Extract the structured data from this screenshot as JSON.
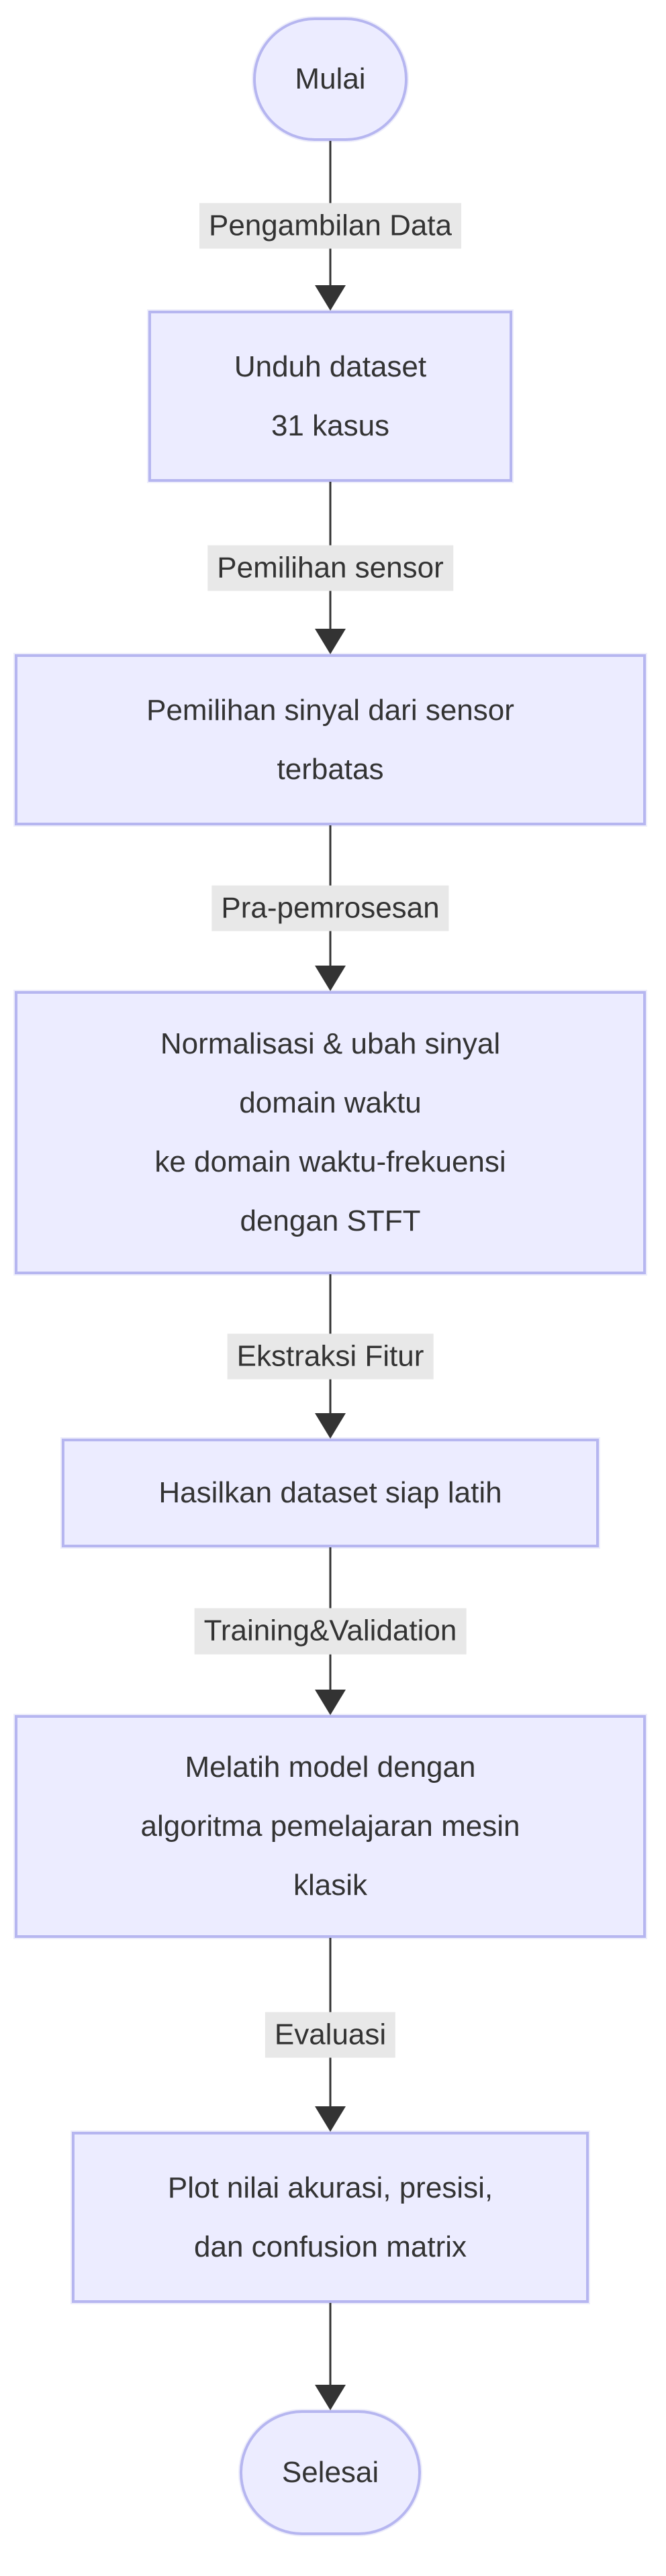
{
  "meta": {
    "diagram_type": "flowchart",
    "direction": "top-down"
  },
  "colors": {
    "background": "#FFFFFF",
    "node_fill": "#ECECFF",
    "node_border": "#B6B6F0",
    "edge_line": "#333333",
    "edge_label_bg": "#E8E8E8",
    "text": "#333333"
  },
  "nodes": {
    "start": {
      "shape": "stadium",
      "label": "Mulai"
    },
    "download": {
      "shape": "rect",
      "lines": [
        "Unduh dataset",
        "31 kasus"
      ]
    },
    "sensor": {
      "shape": "rect",
      "lines": [
        "Pemilihan sinyal dari sensor",
        "terbatas"
      ]
    },
    "preprocess": {
      "shape": "rect",
      "lines": [
        "Normalisasi & ubah sinyal",
        "domain waktu",
        "ke domain waktu-frekuensi",
        "dengan STFT"
      ]
    },
    "feature": {
      "shape": "rect",
      "lines": [
        "Hasilkan dataset siap latih"
      ]
    },
    "train": {
      "shape": "rect",
      "lines": [
        "Melatih model dengan",
        "algoritma pemelajaran mesin",
        "klasik"
      ]
    },
    "plot": {
      "shape": "rect",
      "lines": [
        "Plot nilai akurasi, presisi,",
        "dan confusion matrix"
      ]
    },
    "end": {
      "shape": "stadium",
      "label": "Selesai"
    }
  },
  "edges": [
    {
      "from": "start",
      "to": "download",
      "label": "Pengambilan Data"
    },
    {
      "from": "download",
      "to": "sensor",
      "label": "Pemilihan sensor"
    },
    {
      "from": "sensor",
      "to": "preprocess",
      "label": "Pra-pemrosesan"
    },
    {
      "from": "preprocess",
      "to": "feature",
      "label": "Ekstraksi Fitur"
    },
    {
      "from": "feature",
      "to": "train",
      "label": "Training&Validation"
    },
    {
      "from": "train",
      "to": "plot",
      "label": "Evaluasi"
    },
    {
      "from": "plot",
      "to": "end",
      "label": ""
    }
  ]
}
